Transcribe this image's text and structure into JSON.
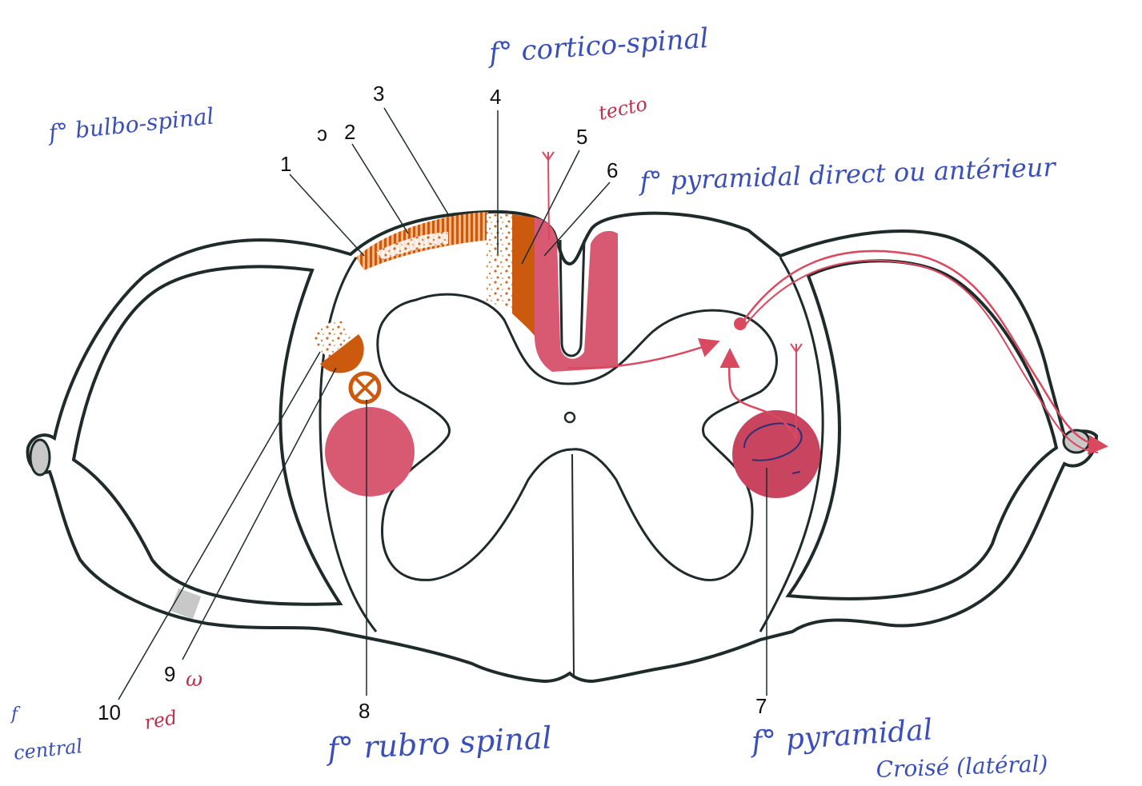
{
  "labels": {
    "n1": "1",
    "n2": "2",
    "n3": "3",
    "n4": "4",
    "n5": "5",
    "n6": "6",
    "n7": "7",
    "n8": "8",
    "n9": "9",
    "n10": "10"
  },
  "handwriting": {
    "top_right": "f° cortico-spinal",
    "top_left": "f° bulbo-spinal",
    "near_2": "ɔ",
    "near_5": "tecto",
    "pyramidal_direct": "f° pyramidal direct ou antérieur",
    "bottom_left_1": "f",
    "bottom_left_2": "central",
    "n9_note": "ω",
    "n10_note": "red",
    "rubro": "f° rubro spinal",
    "pyramidal_croise_1": "f° pyramidal",
    "pyramidal_croise_2": "Croisé (latéral)"
  },
  "colors": {
    "outline": "#1f2b2a",
    "orange": "#cc5a0e",
    "orange_light": "#e8b083",
    "pink": "#d85a72",
    "pink_dark": "#c9445e",
    "red_line": "#d94a60",
    "gray": "#c8c8c8",
    "ink_blue": "#3a4fb8"
  }
}
